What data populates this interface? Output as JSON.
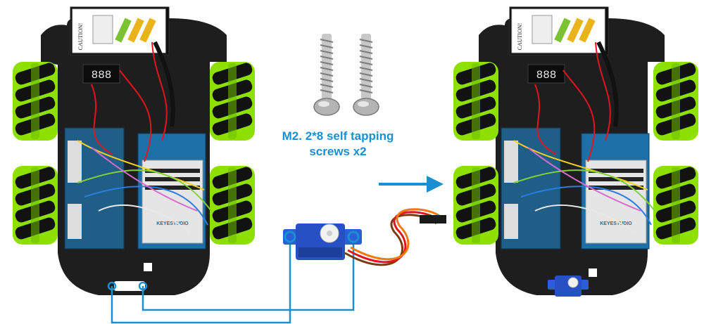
{
  "caption": {
    "line1": "M2. 2*8 self tapping",
    "line2": "screws x2"
  },
  "labels": {
    "caution": "CAUTION!",
    "voltmeter": "888",
    "board_brand": "KEYESTUDIO"
  },
  "colors": {
    "accent": "#1b8fd0",
    "chassis": "#1e1e1e",
    "wheel_hub": "#8ee000",
    "roller": "#121212",
    "servo": "#2b5fd8",
    "uno_board": "#1d6fa8",
    "wire_red": "#e0161e",
    "wire_orange": "#f07a12",
    "wire_brown": "#7a3b10"
  },
  "icons": {
    "arrow": "arrow-right-icon",
    "screw": "screw-icon"
  }
}
